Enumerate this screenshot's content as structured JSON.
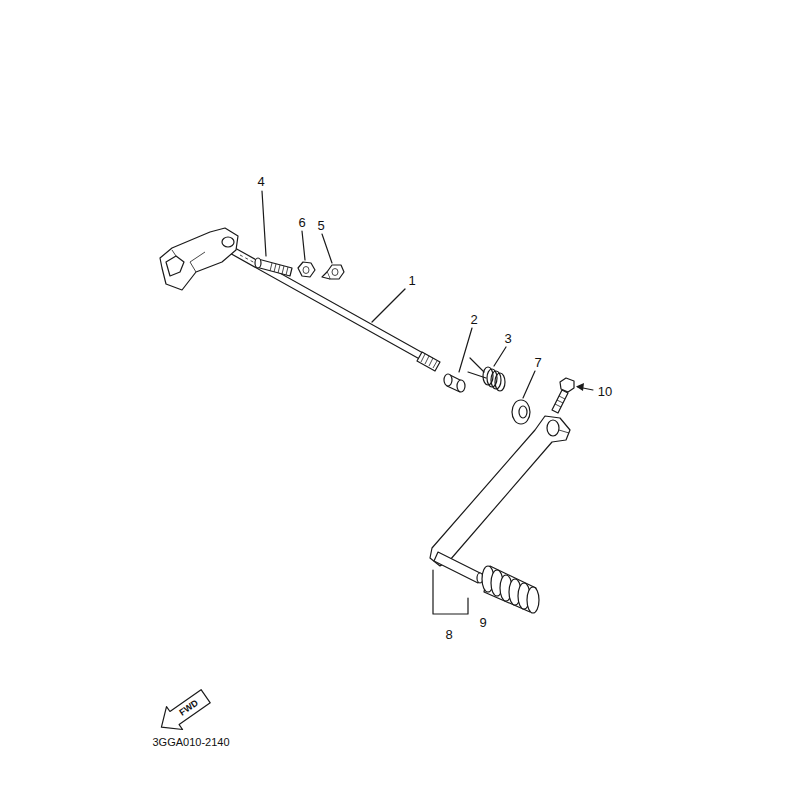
{
  "diagram": {
    "labels": [
      "4",
      "6",
      "5",
      "1",
      "2",
      "3",
      "7",
      "10",
      "8",
      "9",
      "FWD",
      "3GGA010-2140"
    ]
  }
}
